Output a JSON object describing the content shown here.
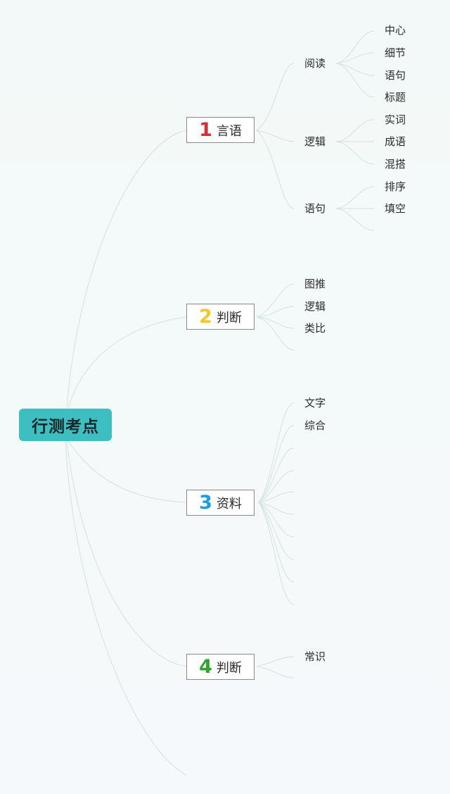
{
  "root": {
    "label": "行测考点"
  },
  "branches": [
    {
      "num": "1",
      "label": "言语",
      "color": "#d92b3a",
      "subs": [
        {
          "label": "阅读",
          "leaves": [
            "中心",
            "细节",
            "语句",
            "标题"
          ]
        },
        {
          "label": "逻辑",
          "leaves": [
            "实词",
            "成语",
            "混搭"
          ]
        },
        {
          "label": "语句",
          "leaves": [
            "排序",
            "填空"
          ]
        }
      ]
    },
    {
      "num": "2",
      "label": "判断",
      "color": "#f2c531",
      "subs": [
        {
          "label": "图推"
        },
        {
          "label": "逻辑"
        },
        {
          "label": "类比"
        }
      ]
    },
    {
      "num": "3",
      "label": "资料",
      "color": "#1e9be0",
      "subs": [
        {
          "label": "文字"
        },
        {
          "label": "综合"
        }
      ]
    },
    {
      "num": "4",
      "label": "判断",
      "color": "#2ea52e",
      "subs": [
        {
          "label": "常识"
        }
      ]
    }
  ]
}
